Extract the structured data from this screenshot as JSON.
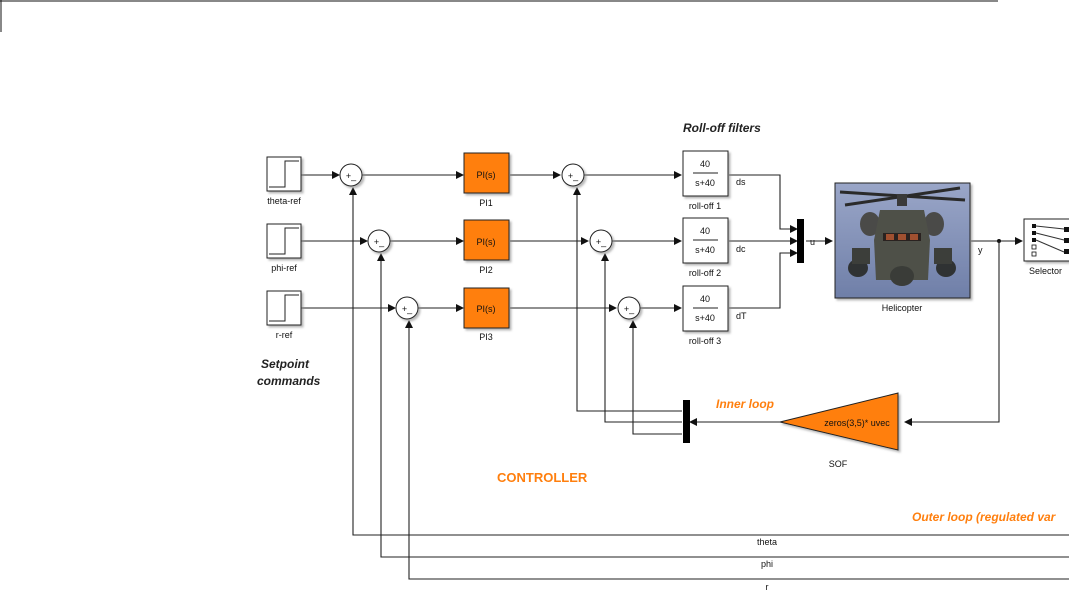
{
  "diagram": {
    "annotations": {
      "rolloff_title": "Roll-off filters",
      "setpoint_line1": "Setpoint",
      "setpoint_line2": "commands",
      "inner_loop": "Inner loop",
      "controller": "CONTROLLER",
      "outer_loop": "Outer loop (regulated var"
    },
    "sources": [
      {
        "label": "theta-ref"
      },
      {
        "label": "phi-ref"
      },
      {
        "label": "r-ref"
      }
    ],
    "sum_sign": "+_",
    "pi_blocks": [
      {
        "text": "PI(s)",
        "label": "PI1"
      },
      {
        "text": "PI(s)",
        "label": "PI2"
      },
      {
        "text": "PI(s)",
        "label": "PI3"
      }
    ],
    "rolloff_blocks": [
      {
        "num": "40",
        "den": "s+40",
        "label": "roll-off 1",
        "signal": "ds"
      },
      {
        "num": "40",
        "den": "s+40",
        "label": "roll-off 2",
        "signal": "dc"
      },
      {
        "num": "40",
        "den": "s+40",
        "label": "roll-off 3",
        "signal": "dT"
      }
    ],
    "mux_signal": "u",
    "plant": {
      "label": "Helicopter",
      "output_signal": "y"
    },
    "selector": {
      "label": "Selector"
    },
    "gain": {
      "text": "zeros(3,5)* uvec",
      "label": "SOF"
    },
    "feedback_signals": [
      "theta",
      "phi",
      "r"
    ],
    "colors": {
      "orange": "#ff7f0e",
      "pi_fill": "#ff7f0e",
      "wire": "#222222"
    }
  }
}
